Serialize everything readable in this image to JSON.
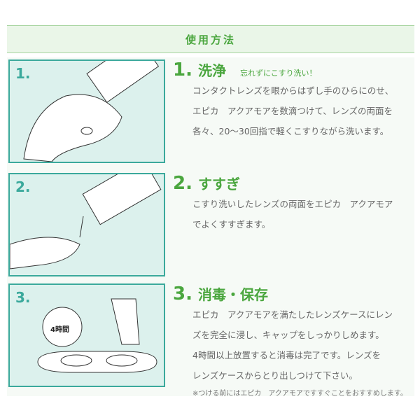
{
  "header": {
    "title": "使用方法"
  },
  "steps": [
    {
      "badge": "1.",
      "num": "1.",
      "title": "洗浄",
      "subtitle": "忘れずにこすり洗い！",
      "lines": [
        "コンタクトレンズを眼からはずし手のひらにのせ、",
        "エピカ　アクアモアを数滴つけて、レンズの両面を",
        "各々、20〜30回指で軽くこすりながら洗います。"
      ]
    },
    {
      "badge": "2.",
      "num": "2.",
      "title": "すすぎ",
      "lines": [
        "こすり洗いしたレンズの両面をエピカ　アクアモア",
        "でよくすすぎます。"
      ]
    },
    {
      "badge": "3.",
      "num": "3.",
      "title": "消毒・保存",
      "clock_label": "4時間",
      "lines": [
        "エピカ　アクアモアを満たしたレンズケースにレン",
        "ズを完全に浸し、キャップをしっかりしめます。",
        "4時間以上放置すると消毒は完了です。レンズを",
        "レンズケースからとり出しつけて下さい。"
      ],
      "note": "※つける前にはエピカ　アクアモアですすぐことをおすすめします。"
    }
  ]
}
